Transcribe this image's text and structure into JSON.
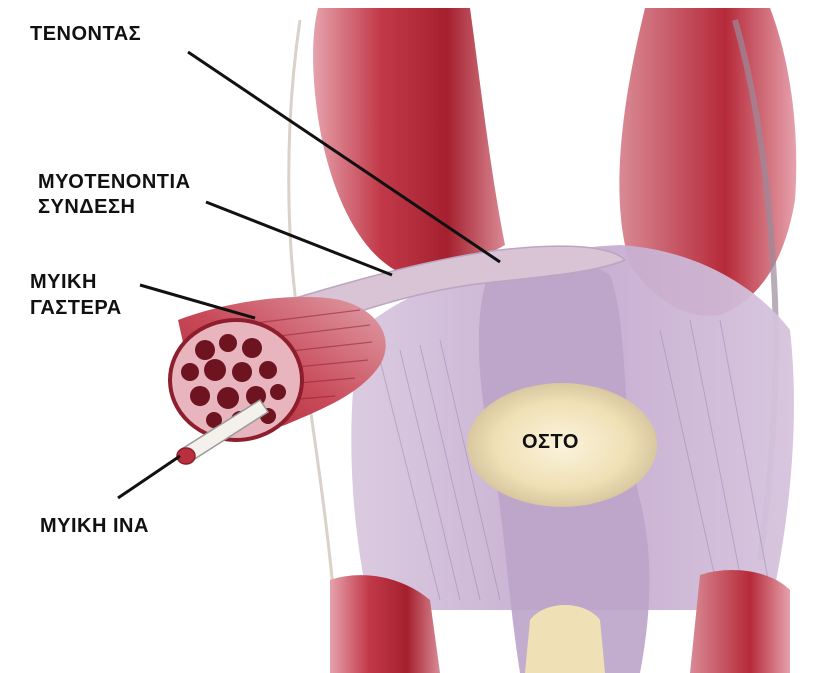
{
  "labels": {
    "tendon": "ΤΕΝΟΝΤΑΣ",
    "myotendinous_line1": "ΜΥΟΤΕΝΟΝΤΙΑ",
    "myotendinous_line2": "ΣΥΝΔΕΣΗ",
    "muscle_belly_line1": "ΜΥΙΚΗ",
    "muscle_belly_line2": "ΓΑΣΤΕΡΑ",
    "bone": "ΟΣΤΟ",
    "muscle_fiber": "ΜΥΙΚΗ ΙΝΑ"
  },
  "colors": {
    "muscle": "#b8303e",
    "muscle_dark": "#8e1e2c",
    "muscle_light": "#d97a86",
    "tendon": "#d8c6d8",
    "fascia": "#c9b3d3",
    "bone": "#f2e6c4",
    "leader_line": "#111111"
  }
}
